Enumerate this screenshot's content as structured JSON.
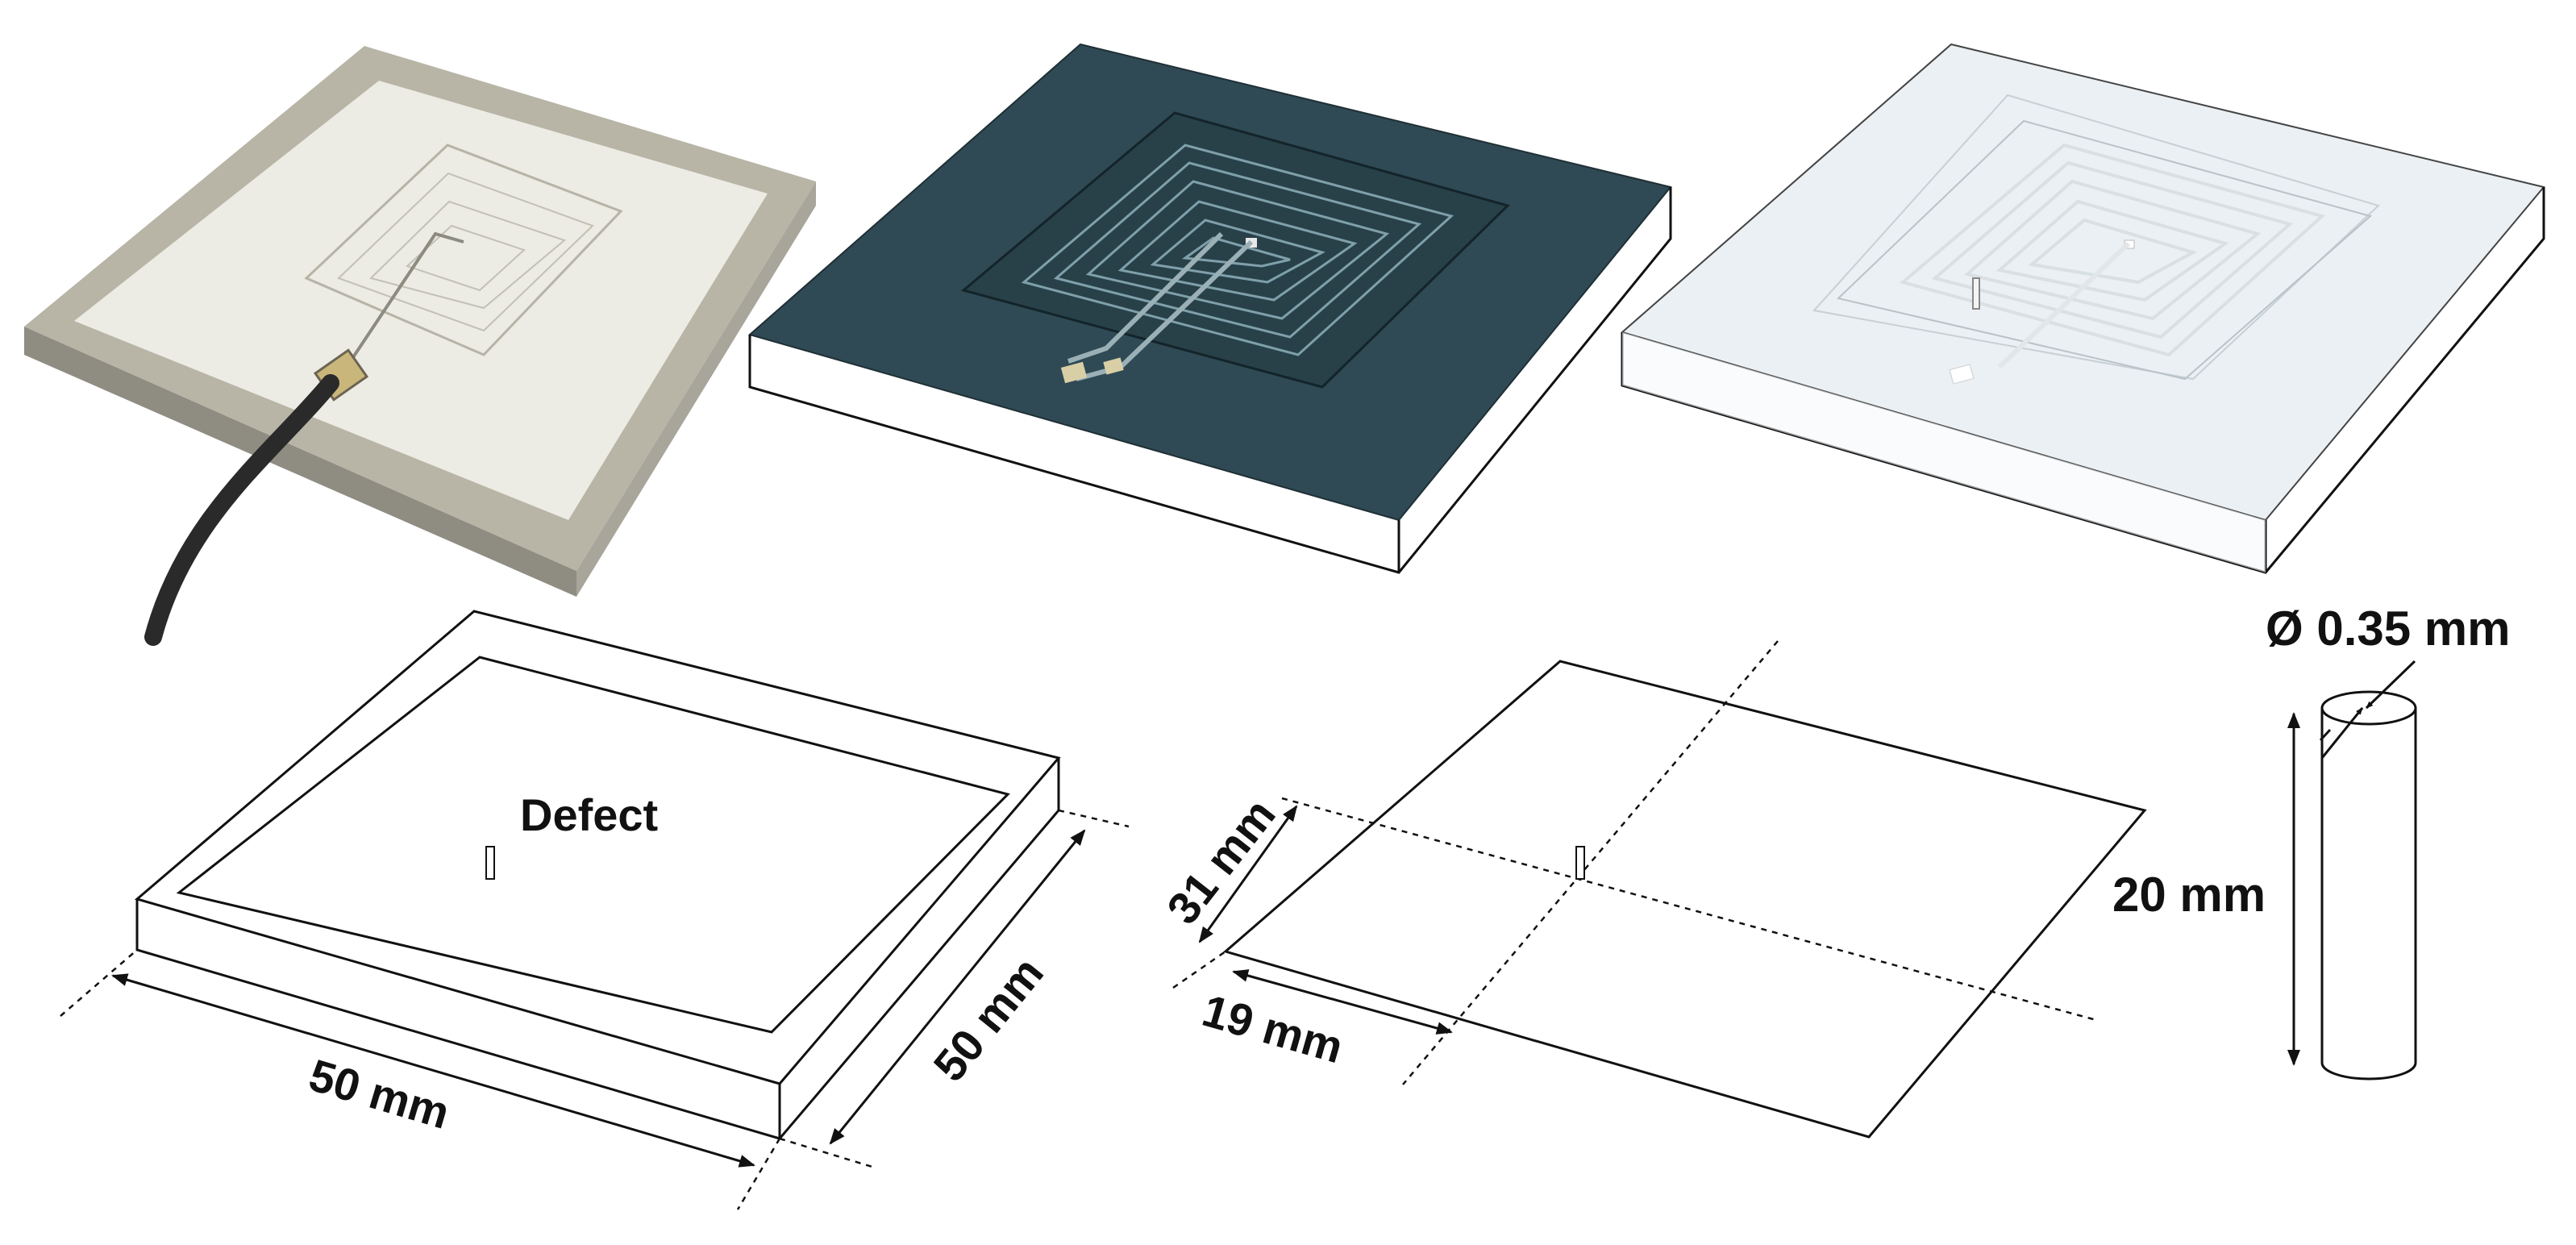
{
  "labels": {
    "defect": "Defect",
    "plate_length": "50 mm",
    "plate_width": "50 mm",
    "offset_y": "31 mm",
    "offset_x": "19 mm",
    "diameter": "Ø 0.35 mm",
    "defect_height": "20 mm"
  },
  "colors": {
    "outline": "#111111",
    "dark_panel": "#2f4a54",
    "coil_trace": "#7fa0aa",
    "photo_frame": "#9a978c",
    "photo_panel": "#ecebe5",
    "clear_panel": "#e8eff2"
  }
}
